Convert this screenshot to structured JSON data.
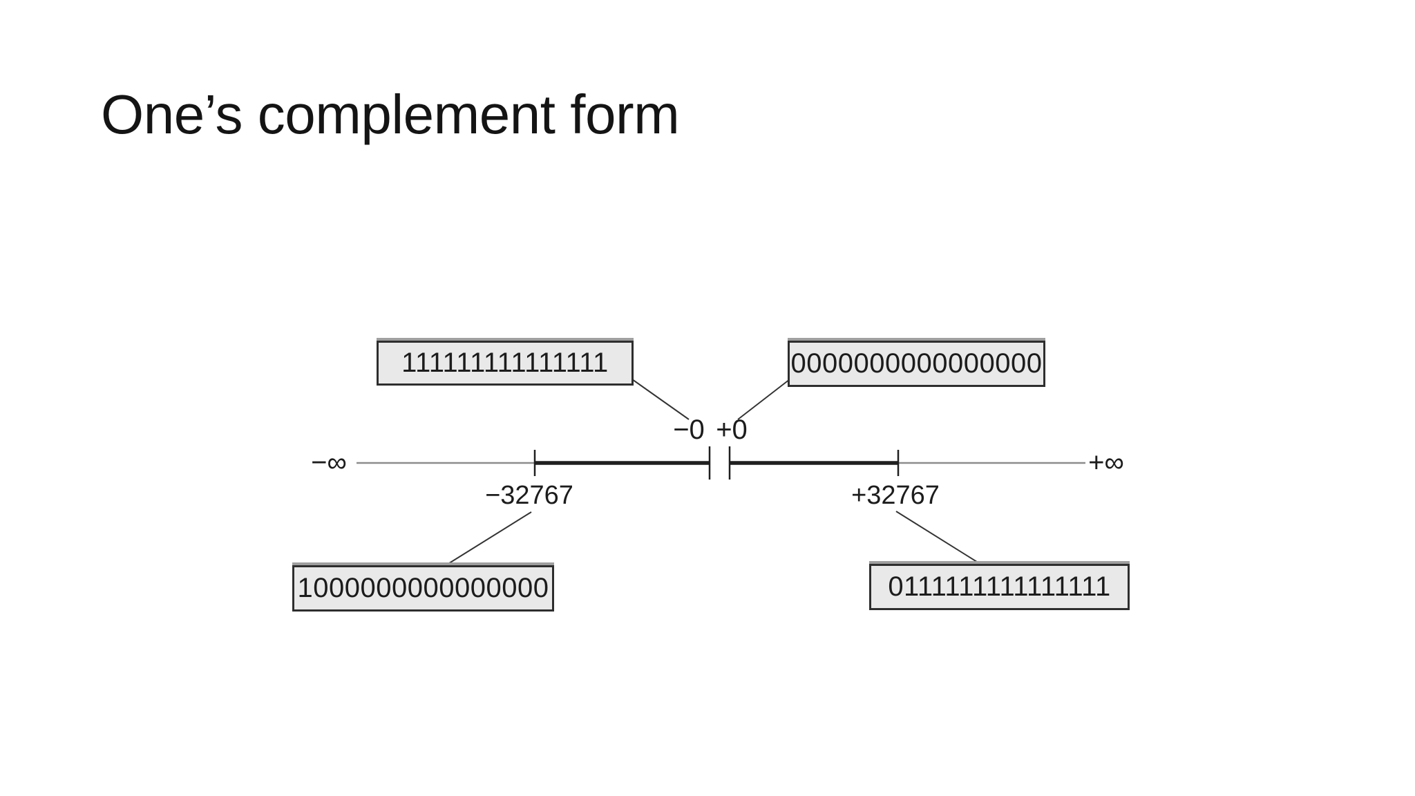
{
  "slide": {
    "title": "One’s complement form"
  },
  "diagram": {
    "boxes": {
      "neg_zero": {
        "bits": "111111111111111"
      },
      "pos_zero": {
        "bits": "0000000000000000"
      },
      "neg_max": {
        "bits": "1000000000000000"
      },
      "pos_max": {
        "bits": "0111111111111111"
      }
    },
    "axis": {
      "neg_infinity": "−∞",
      "pos_infinity": "+∞",
      "neg_zero": "−0",
      "pos_zero": "+0",
      "neg_max": "−32767",
      "pos_max": "+32767"
    }
  },
  "colors": {
    "box_fill": "#e9e9e9",
    "box_border": "#2e2e2e",
    "box_rim": "#9f9f9f",
    "line_thin": "#8c8c8c",
    "line_thick": "#1f1f1f",
    "text_color": "#1c1c1c",
    "title_color": "#141414",
    "bg": "#ffffff"
  }
}
